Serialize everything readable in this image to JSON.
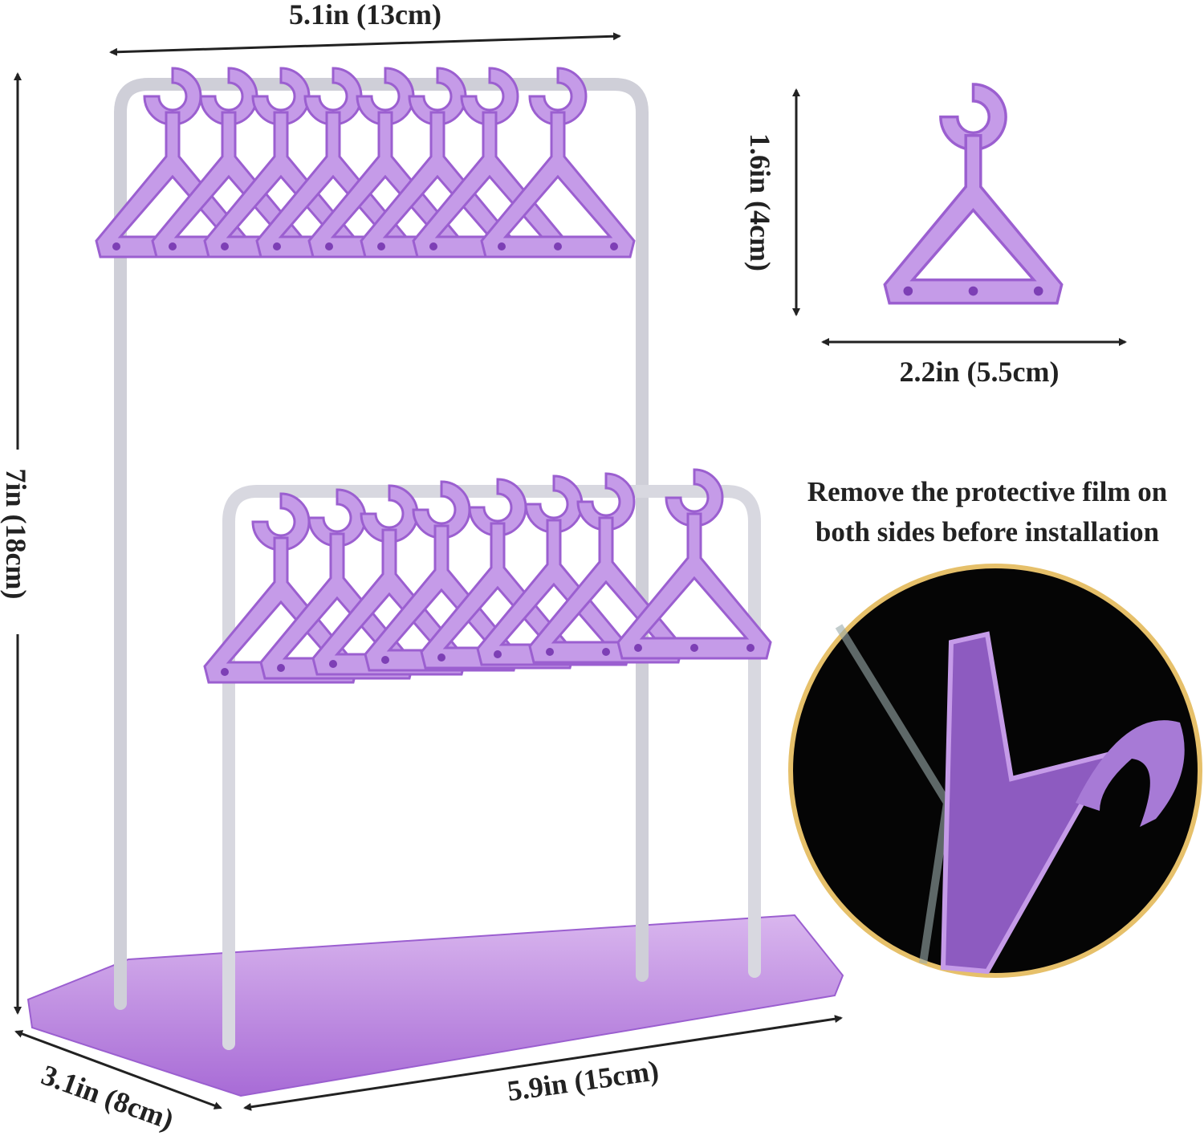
{
  "dimensions": {
    "top_width": "5.1in (13cm)",
    "height": "7in (18cm)",
    "hanger_height": "1.6in (4cm)",
    "hanger_width": "2.2in (5.5cm)",
    "base_depth": "3.1in (8cm)",
    "base_width": "5.9in (15cm)"
  },
  "note": {
    "line1": "Remove the protective film on",
    "line2": "both sides before installation"
  },
  "colors": {
    "purple": "#c59be8",
    "purple_dark": "#9b5fd0",
    "acrylic": "#e4e4ea",
    "inset_border": "#e6c06a",
    "text": "#222222"
  }
}
